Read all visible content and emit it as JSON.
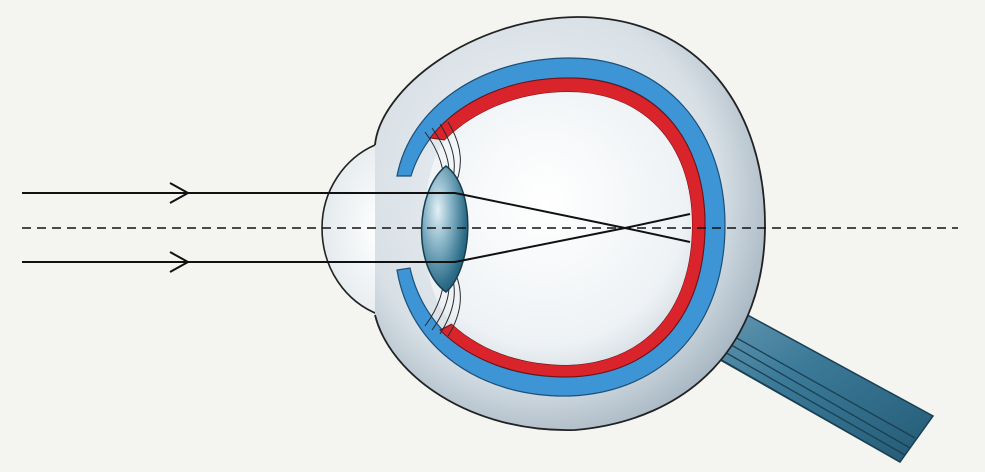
{
  "diagram": {
    "subject": "eye-cross-section-myopia",
    "colors": {
      "background": "#f4f4f1",
      "sclera_light": "#e9eef2",
      "sclera_dark": "#9fb0bd",
      "choroid": "#3e95d6",
      "retina": "#d9242b",
      "lens_light": "#cfe3ec",
      "lens_dark": "#1d5670",
      "optic_nerve": "#2e6d8c",
      "rays": "#111111"
    },
    "parts": [
      "cornea",
      "sclera",
      "choroid",
      "retina",
      "lens",
      "ciliary-fibers",
      "optic-nerve"
    ],
    "rays": {
      "count": 2,
      "direction": "left-to-right",
      "focus_in_front_of_retina": true
    },
    "optical_axis_style": "dashed"
  }
}
